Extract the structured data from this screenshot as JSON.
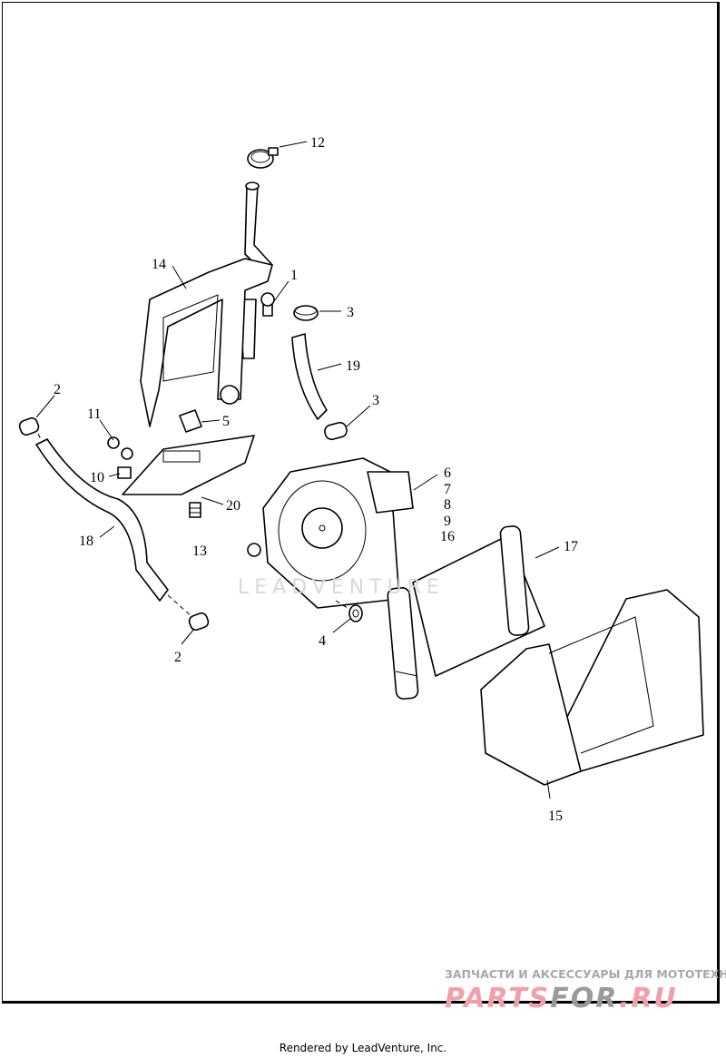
{
  "diagram": {
    "callouts": [
      "12",
      "14",
      "1",
      "3",
      "19",
      "2",
      "3",
      "11",
      "5",
      "10",
      "6",
      "7",
      "8",
      "9",
      "16",
      "20",
      "17",
      "18",
      "13",
      "4",
      "2",
      "15"
    ],
    "watermark": "LEADVENTURE"
  },
  "overlay": {
    "tagline": "ЗАПЧАСТИ И АКСЕССУАРЫ ДЛЯ МОТОТЕХНИКИ",
    "brand_part1": "PARTS",
    "brand_part2": "FOR",
    "brand_part3": ".RU"
  },
  "footer": {
    "text": "Rendered by LeadVenture, Inc."
  }
}
